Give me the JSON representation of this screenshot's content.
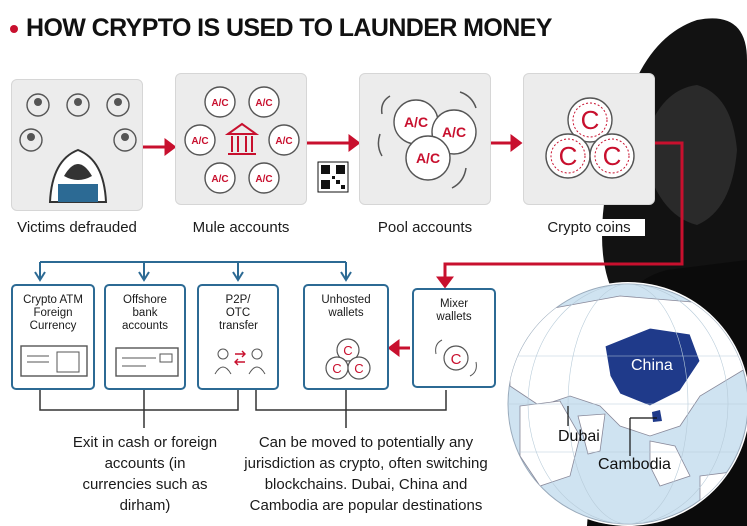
{
  "title": "HOW CRYPTO IS USED TO LAUNDER MONEY",
  "stages": [
    {
      "label": "Victims defrauded"
    },
    {
      "label": "Mule accounts"
    },
    {
      "label": "Pool accounts"
    },
    {
      "label": "Crypto coins"
    }
  ],
  "account_tag": "A/C",
  "coin_symbol": "C",
  "exits": [
    {
      "label": "Crypto ATM Foreign Currency"
    },
    {
      "label": "Offshore bank accounts"
    },
    {
      "label": "P2P/ OTC transfer"
    },
    {
      "label": "Unhosted wallets"
    },
    {
      "label": "Mixer wallets"
    }
  ],
  "notes": {
    "cash": "Exit in cash or foreign accounts (in currencies such as dirham)",
    "crypto": "Can be moved to potentially any jurisdiction as crypto, often switching blockchains. Dubai, China and Cambodia are popular destinations"
  },
  "map": {
    "china": "China",
    "dubai": "Dubai",
    "cambodia": "Cambodia"
  },
  "colors": {
    "accent_red": "#c8102e",
    "flow_blue": "#2c6a94",
    "china_fill": "#1f3a8a",
    "ocean": "#cfe3f1"
  }
}
